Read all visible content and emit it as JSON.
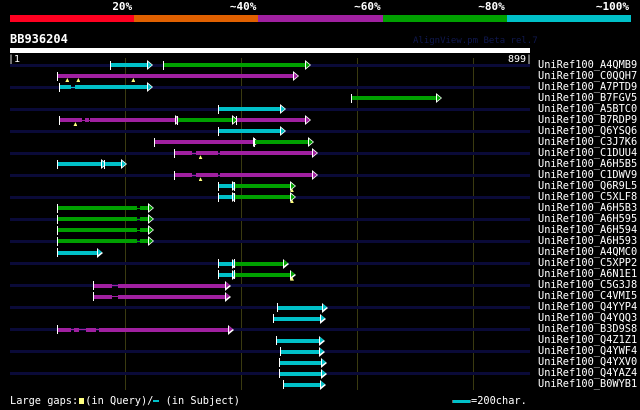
{
  "colors": {
    "red": "#ff0020",
    "orange": "#e06000",
    "magenta": "#a020a0",
    "green": "#00a000",
    "cyan": "#00c0c8"
  },
  "identity_scale": [
    {
      "label": "20%",
      "color": "red"
    },
    {
      "label": "~40%",
      "color": "orange"
    },
    {
      "label": "~60%",
      "color": "magenta"
    },
    {
      "label": "~80%",
      "color": "green"
    },
    {
      "label": "~100%",
      "color": "cyan"
    }
  ],
  "query": {
    "name": "BB936204",
    "start_label": "|1",
    "end_label": "899|",
    "length": 899
  },
  "credit": "AlignView.pm Beta rel.7",
  "gridlines": [
    200,
    400,
    600,
    800
  ],
  "hits": [
    {
      "name": "UniRef100_A4QMB9",
      "hsps": [
        {
          "c": "cyan",
          "s": [
            [
              173,
              237
            ]
          ]
        },
        {
          "c": "green",
          "s": [
            [
              265,
              510
            ]
          ]
        }
      ]
    },
    {
      "name": "UniRef100_C0QQH7",
      "hsps": [
        {
          "c": "magenta",
          "s": [
            [
              83,
              489
            ]
          ]
        }
      ],
      "qgaps": [
        100,
        119,
        214
      ]
    },
    {
      "name": "UniRef100_A7PTD9",
      "hsps": [
        {
          "c": "cyan",
          "s": [
            [
              86,
              107
            ],
            [
              114,
              237
            ]
          ]
        }
      ]
    },
    {
      "name": "UniRef100_B7FGV5",
      "hsps": [
        {
          "c": "green",
          "s": [
            [
              590,
              736
            ]
          ]
        }
      ]
    },
    {
      "name": "UniRef100_A5BTC0",
      "hsps": [
        {
          "c": "cyan",
          "s": [
            [
              360,
              467
            ]
          ]
        }
      ]
    },
    {
      "name": "UniRef100_B7RDP9",
      "hsps": [
        {
          "c": "magenta",
          "s": [
            [
              86,
              126
            ],
            [
              130,
              137
            ],
            [
              140,
              286
            ]
          ]
        },
        {
          "c": "green",
          "s": [
            [
              289,
              384
            ]
          ]
        },
        {
          "c": "magenta",
          "s": [
            [
              391,
              510
            ]
          ]
        }
      ],
      "qgaps": [
        114
      ]
    },
    {
      "name": "UniRef100_Q6YSQ6",
      "hsps": [
        {
          "c": "cyan",
          "s": [
            [
              360,
              467
            ]
          ]
        }
      ]
    },
    {
      "name": "UniRef100_C3J7K6",
      "hsps": [
        {
          "c": "magenta",
          "s": [
            [
              249,
              420
            ]
          ]
        },
        {
          "c": "green",
          "s": [
            [
              422,
              515
            ]
          ]
        }
      ]
    },
    {
      "name": "UniRef100_C1DUU4",
      "hsps": [
        {
          "c": "magenta",
          "s": [
            [
              285,
              316
            ],
            [
              323,
              360
            ],
            [
              363,
              522
            ]
          ]
        }
      ],
      "qgaps": [
        330
      ]
    },
    {
      "name": "UniRef100_A6H5B5",
      "hsps": [
        {
          "c": "cyan",
          "s": [
            [
              83,
              159
            ]
          ]
        },
        {
          "c": "cyan",
          "s": [
            [
              164,
              192
            ]
          ]
        }
      ]
    },
    {
      "name": "UniRef100_C1DWV9",
      "hsps": [
        {
          "c": "magenta",
          "s": [
            [
              285,
              316
            ],
            [
              323,
              360
            ],
            [
              363,
              522
            ]
          ]
        }
      ],
      "qgaps": [
        330
      ]
    },
    {
      "name": "UniRef100_Q6R9L5",
      "hsps": [
        {
          "c": "cyan",
          "s": [
            [
              360,
              384
            ]
          ]
        },
        {
          "c": "green",
          "s": [
            [
              387,
              484
            ]
          ]
        }
      ],
      "qgaps": [
        488
      ]
    },
    {
      "name": "UniRef100_C5XLF8",
      "hsps": [
        {
          "c": "cyan",
          "s": [
            [
              360,
              384
            ]
          ]
        },
        {
          "c": "green",
          "s": [
            [
              387,
              484
            ]
          ]
        }
      ],
      "qgaps": [
        488
      ]
    },
    {
      "name": "UniRef100_A6H5B3",
      "hsps": [
        {
          "c": "green",
          "s": [
            [
              83,
              221
            ],
            [
              225,
              239
            ]
          ]
        }
      ]
    },
    {
      "name": "UniRef100_A6H595",
      "hsps": [
        {
          "c": "green",
          "s": [
            [
              83,
              221
            ],
            [
              225,
              239
            ]
          ]
        }
      ]
    },
    {
      "name": "UniRef100_A6H594",
      "hsps": [
        {
          "c": "green",
          "s": [
            [
              83,
              221
            ],
            [
              225,
              239
            ]
          ]
        }
      ]
    },
    {
      "name": "UniRef100_A6H593",
      "hsps": [
        {
          "c": "green",
          "s": [
            [
              83,
              221
            ],
            [
              225,
              239
            ]
          ]
        }
      ]
    },
    {
      "name": "UniRef100_A4QMC0",
      "hsps": [
        {
          "c": "cyan",
          "s": [
            [
              83,
              152
            ]
          ]
        }
      ]
    },
    {
      "name": "UniRef100_C5XPP2",
      "hsps": [
        {
          "c": "cyan",
          "s": [
            [
              360,
              384
            ]
          ]
        },
        {
          "c": "green",
          "s": [
            [
              387,
              472
            ]
          ]
        }
      ]
    },
    {
      "name": "UniRef100_A6N1E1",
      "hsps": [
        {
          "c": "cyan",
          "s": [
            [
              360,
              384
            ]
          ]
        },
        {
          "c": "green",
          "s": [
            [
              387,
              484
            ]
          ]
        }
      ],
      "qgaps": [
        488
      ]
    },
    {
      "name": "UniRef100_C5G3J8",
      "hsps": [
        {
          "c": "magenta",
          "s": [
            [
              145,
              178
            ],
            [
              187,
              373
            ]
          ]
        }
      ]
    },
    {
      "name": "UniRef100_C4VMI5",
      "hsps": [
        {
          "c": "magenta",
          "s": [
            [
              145,
              178
            ],
            [
              187,
              373
            ]
          ]
        }
      ]
    },
    {
      "name": "UniRef100_Q4YYP4",
      "hsps": [
        {
          "c": "cyan",
          "s": [
            [
              462,
              539
            ]
          ]
        }
      ]
    },
    {
      "name": "UniRef100_Q4YQQ3",
      "hsps": [
        {
          "c": "cyan",
          "s": [
            [
              456,
              536
            ]
          ]
        }
      ]
    },
    {
      "name": "UniRef100_B3D9S8",
      "hsps": [
        {
          "c": "magenta",
          "s": [
            [
              83,
              107
            ],
            [
              111,
              121
            ],
            [
              133,
              150
            ],
            [
              154,
              378
            ]
          ]
        }
      ]
    },
    {
      "name": "UniRef100_Q4Z1Z1",
      "hsps": [
        {
          "c": "cyan",
          "s": [
            [
              460,
              534
            ]
          ]
        }
      ]
    },
    {
      "name": "UniRef100_Q4YWF4",
      "hsps": [
        {
          "c": "cyan",
          "s": [
            [
              468,
              534
            ]
          ]
        }
      ]
    },
    {
      "name": "UniRef100_Q4YXV0",
      "hsps": [
        {
          "c": "cyan",
          "s": [
            [
              465,
              538
            ]
          ]
        }
      ]
    },
    {
      "name": "UniRef100_Q4YAZ4",
      "hsps": [
        {
          "c": "cyan",
          "s": [
            [
              465,
              538
            ]
          ]
        }
      ]
    },
    {
      "name": "UniRef100_B0WYB1",
      "hsps": [
        {
          "c": "cyan",
          "s": [
            [
              472,
              536
            ]
          ]
        }
      ]
    }
  ],
  "legend": {
    "prefix": "Large gaps:",
    "query_gap": "(in Query)/",
    "subject_gap": " (in Subject)",
    "scale_text": "=200char."
  }
}
